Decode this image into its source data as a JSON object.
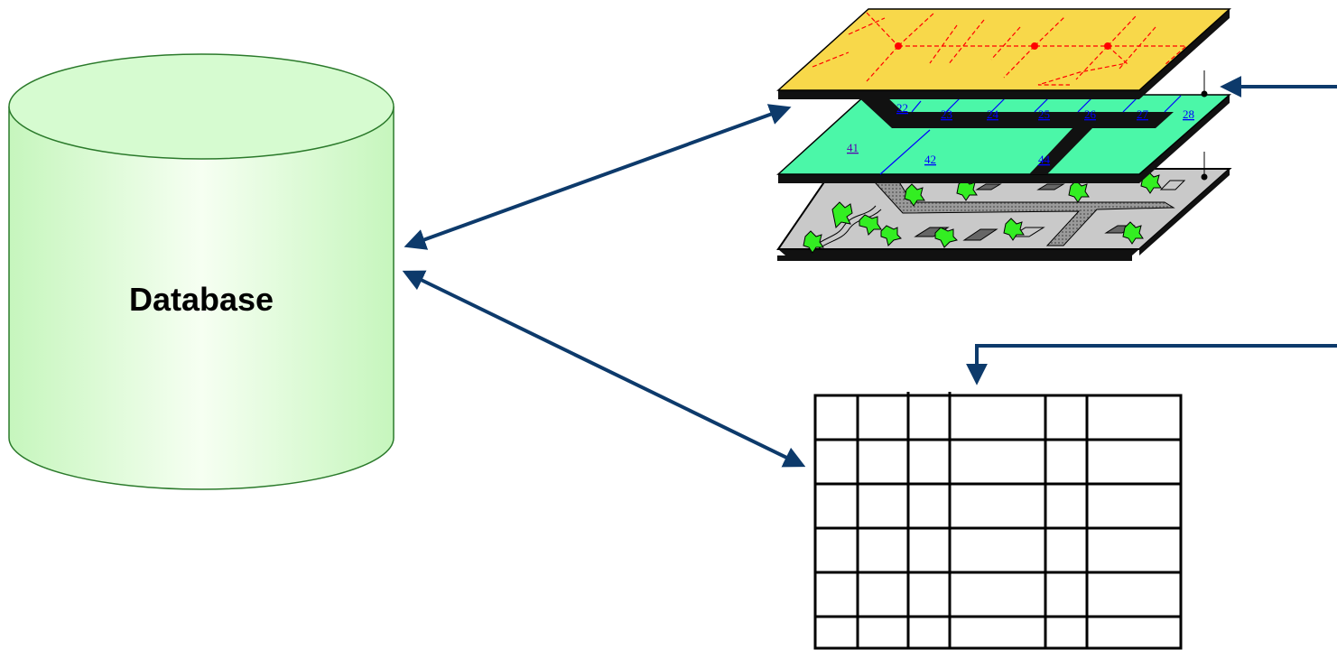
{
  "database": {
    "label": "Database"
  },
  "parcel_labels": {
    "p22": "22",
    "p23": "23",
    "p24": "24",
    "p25": "25",
    "p26": "26",
    "p27": "27",
    "p28": "28",
    "p41": "41",
    "p42": "42",
    "p44": "44"
  },
  "colors": {
    "cylinder": "#d6fbd0",
    "arrow": "#0d3a6b",
    "top_layer": "#f8d84a",
    "parcel_layer": "#4bf7a8",
    "base_layer": "#c9c9c9",
    "trees": "#33ee22",
    "network_lines": "#ff0000"
  },
  "table": {
    "rows": 6,
    "columns": 6
  }
}
